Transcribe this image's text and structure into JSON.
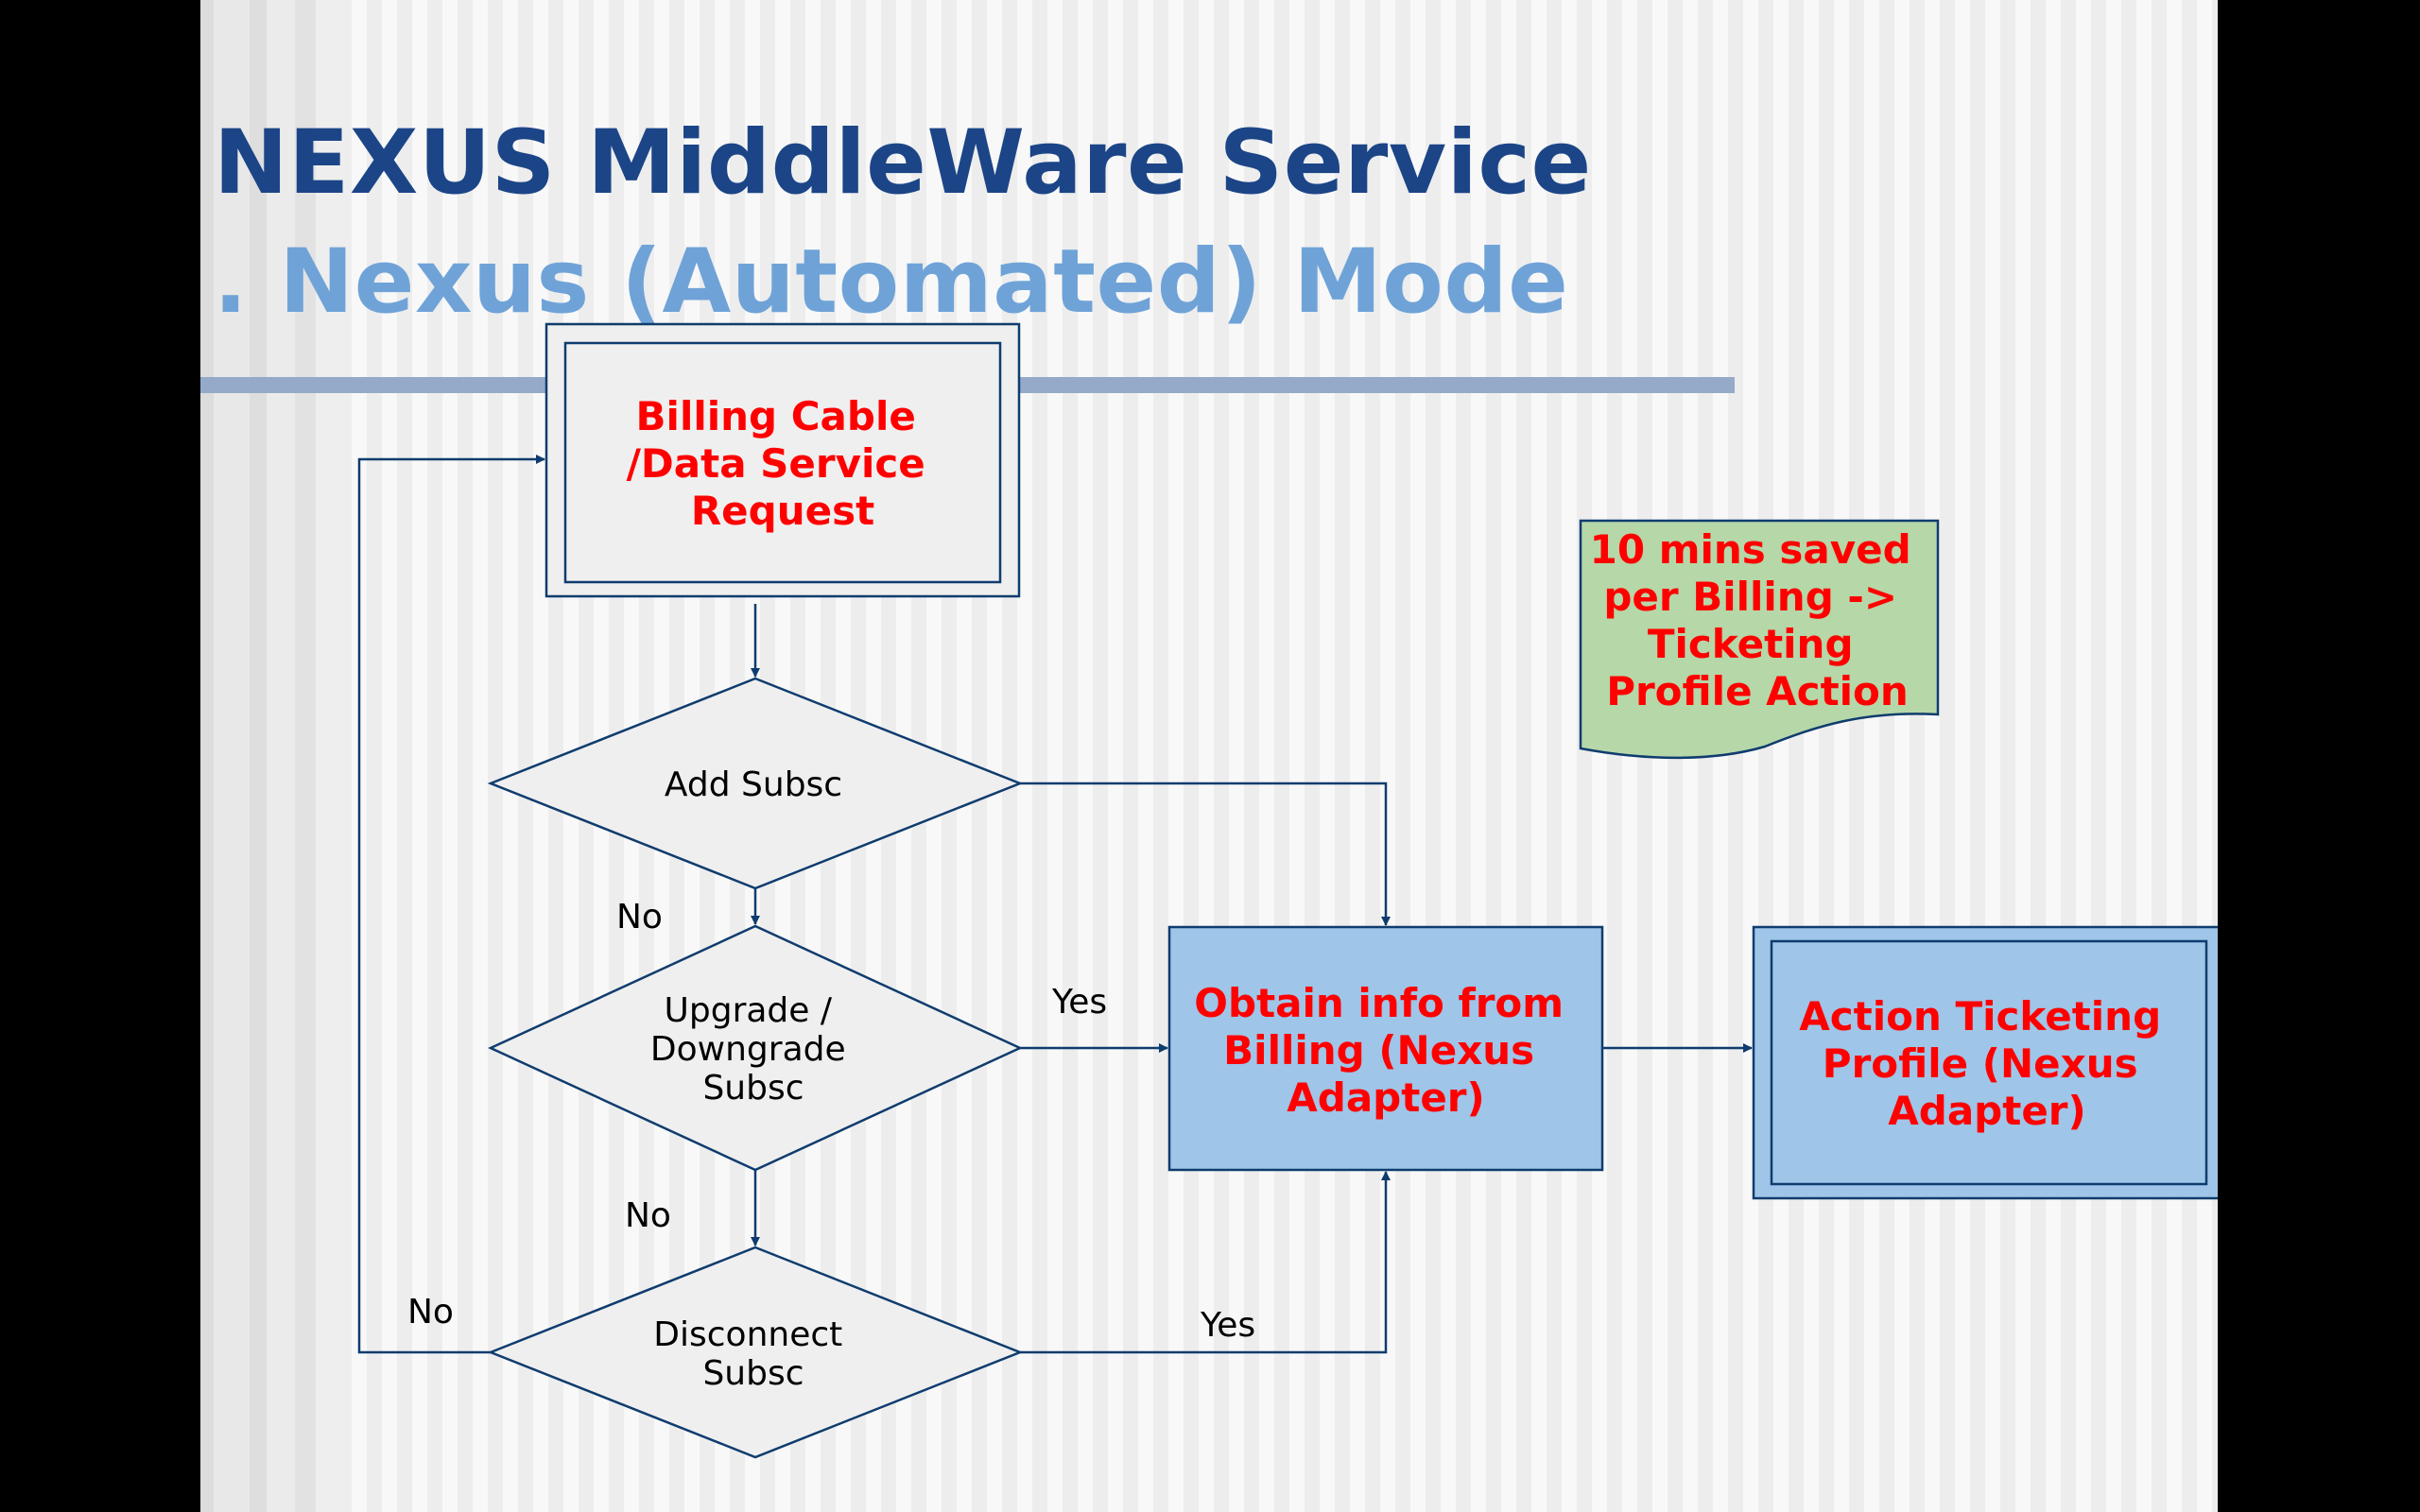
{
  "title": {
    "line1": "NEXUS MiddleWare Service",
    "line2": ". Nexus (Automated) Mode"
  },
  "flowchart": {
    "start": [
      "Billing Cable",
      "/Data Service",
      "Request"
    ],
    "decision_add": [
      "Add Subsc"
    ],
    "decision_upgrade": [
      "Upgrade /",
      "Downgrade",
      "Subsc"
    ],
    "decision_disconnect": [
      "Disconnect",
      "Subsc"
    ],
    "obtain": [
      "Obtain info from",
      "Billing (Nexus",
      "Adapter)"
    ],
    "action": [
      "Action Ticketing",
      "Profile (Nexus",
      "Adapter)"
    ],
    "note": [
      "10 mins saved",
      "per Billing ->",
      "Ticketing",
      "Profile Action"
    ],
    "edge_labels": {
      "add_no": "No",
      "upgrade_yes": "Yes",
      "upgrade_no": "No",
      "disconnect_no": "No",
      "disconnect_yes": "Yes"
    }
  },
  "colors": {
    "title_dark": "#1c4587",
    "title_light": "#6fa3d8",
    "box_blue": "#9fc5e8",
    "note_green": "#b6d7a8",
    "red_text": "#ff0000",
    "stroke": "#0f3c6e"
  }
}
